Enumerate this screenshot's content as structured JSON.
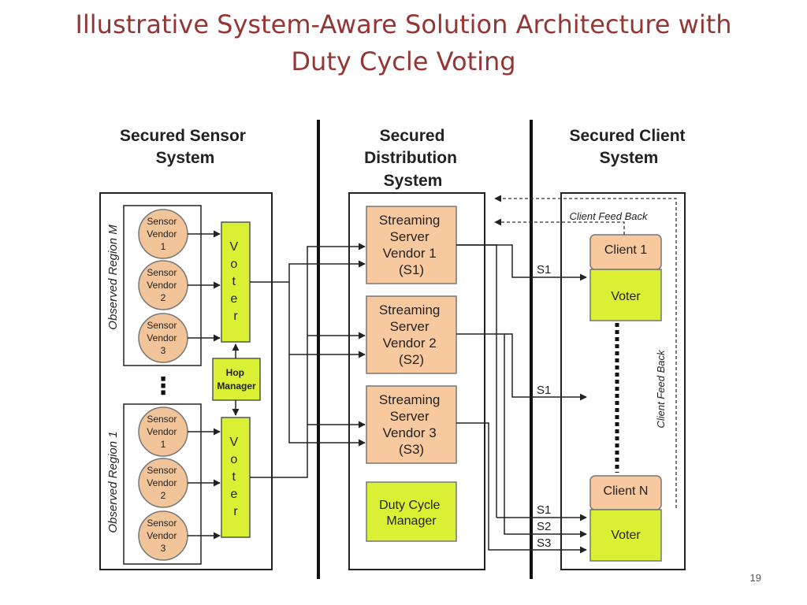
{
  "slide": {
    "title_line1": "Illustrative System-Aware Solution Architecture with",
    "title_line2": "Duty Cycle Voting",
    "page_number": "19"
  },
  "colors": {
    "title": "#943634",
    "sensor_fill": "#f2c49a",
    "server_fill": "#f8c99e",
    "voter_fill": "#d9f035",
    "line": "#222222"
  },
  "columns": {
    "sensor": [
      "Secured Sensor",
      "System"
    ],
    "distribution": [
      "Secured",
      "Distribution",
      "System"
    ],
    "client": [
      "Secured Client",
      "System"
    ]
  },
  "regions": {
    "top": "Observed Region M",
    "bottom": "Observed Region 1"
  },
  "sensor_vendors": {
    "top": [
      [
        "Sensor",
        "Vendor",
        "1"
      ],
      [
        "Sensor",
        "Vendor",
        "2"
      ],
      [
        "Sensor",
        "Vendor",
        "3"
      ]
    ],
    "bottom": [
      [
        "Sensor",
        "Vendor",
        "1"
      ],
      [
        "Sensor",
        "Vendor",
        "2"
      ],
      [
        "Sensor",
        "Vendor",
        "3"
      ]
    ]
  },
  "voter_letters": [
    "V",
    "o",
    "t",
    "e",
    "r"
  ],
  "hop_manager": [
    "Hop",
    "Manager"
  ],
  "ellipsis": "⋮",
  "streaming_servers": [
    [
      "Streaming",
      "Server",
      "Vendor 1",
      "(S1)"
    ],
    [
      "Streaming",
      "Server",
      "Vendor 2",
      "(S2)"
    ],
    [
      "Streaming",
      "Server",
      "Vendor 3",
      "(S3)"
    ]
  ],
  "duty_cycle_manager": [
    "Duty Cycle",
    "Manager"
  ],
  "clients": [
    {
      "name": "Client 1",
      "voter": "Voter"
    },
    {
      "name": "Client N",
      "voter": "Voter"
    }
  ],
  "stream_labels": {
    "client1_s1": "S1",
    "middle_s1": "S1",
    "clientn_s1": "S1",
    "clientn_s2": "S2",
    "clientn_s3": "S3"
  },
  "feedback": {
    "horizontal": "Client Feed Back",
    "vertical": "Client Feed Back"
  }
}
